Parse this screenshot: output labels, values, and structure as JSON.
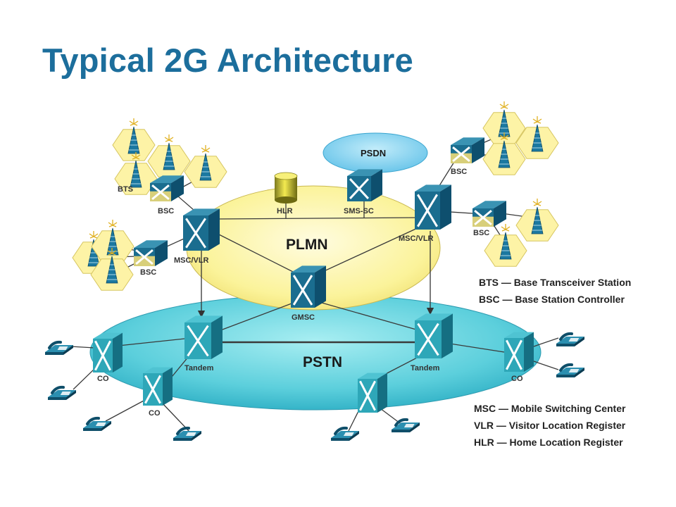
{
  "title": "Typical 2G Architecture",
  "clouds": {
    "psdn": "PSDN",
    "plmn": "PLMN",
    "pstn": "PSTN"
  },
  "nodes": {
    "bts": "BTS",
    "bsc_top_left": "BSC",
    "bsc_left": "BSC",
    "bsc_top_right": "BSC",
    "bsc_right": "BSC",
    "hlr": "HLR",
    "sms_sc": "SMS-SC",
    "msc_vlr_left": "MSC/VLR",
    "msc_vlr_right": "MSC/VLR",
    "gmsc": "GMSC",
    "tandem_left": "Tandem",
    "tandem_right": "Tandem",
    "co_left": "CO",
    "co_bottom": "CO",
    "co_right": "CO"
  },
  "legend_top": [
    "BTS — Base Transceiver Station",
    "BSC — Base Station Controller"
  ],
  "legend_bottom": [
    "MSC — Mobile Switching Center",
    "VLR — Visitor Location Register",
    "HLR — Home Location Register"
  ],
  "colors": {
    "title": "#1c6e9c",
    "plmn_cloud": "#fdf7a6",
    "pstn_cloud": "#5fd0dc",
    "psdn_cloud": "#7fd0ee",
    "bts_cell": "#fdf3a6",
    "switch_front": "#1a6d8f",
    "switch_side": "#0e4f6e",
    "switch_top": "#3a93b3"
  }
}
